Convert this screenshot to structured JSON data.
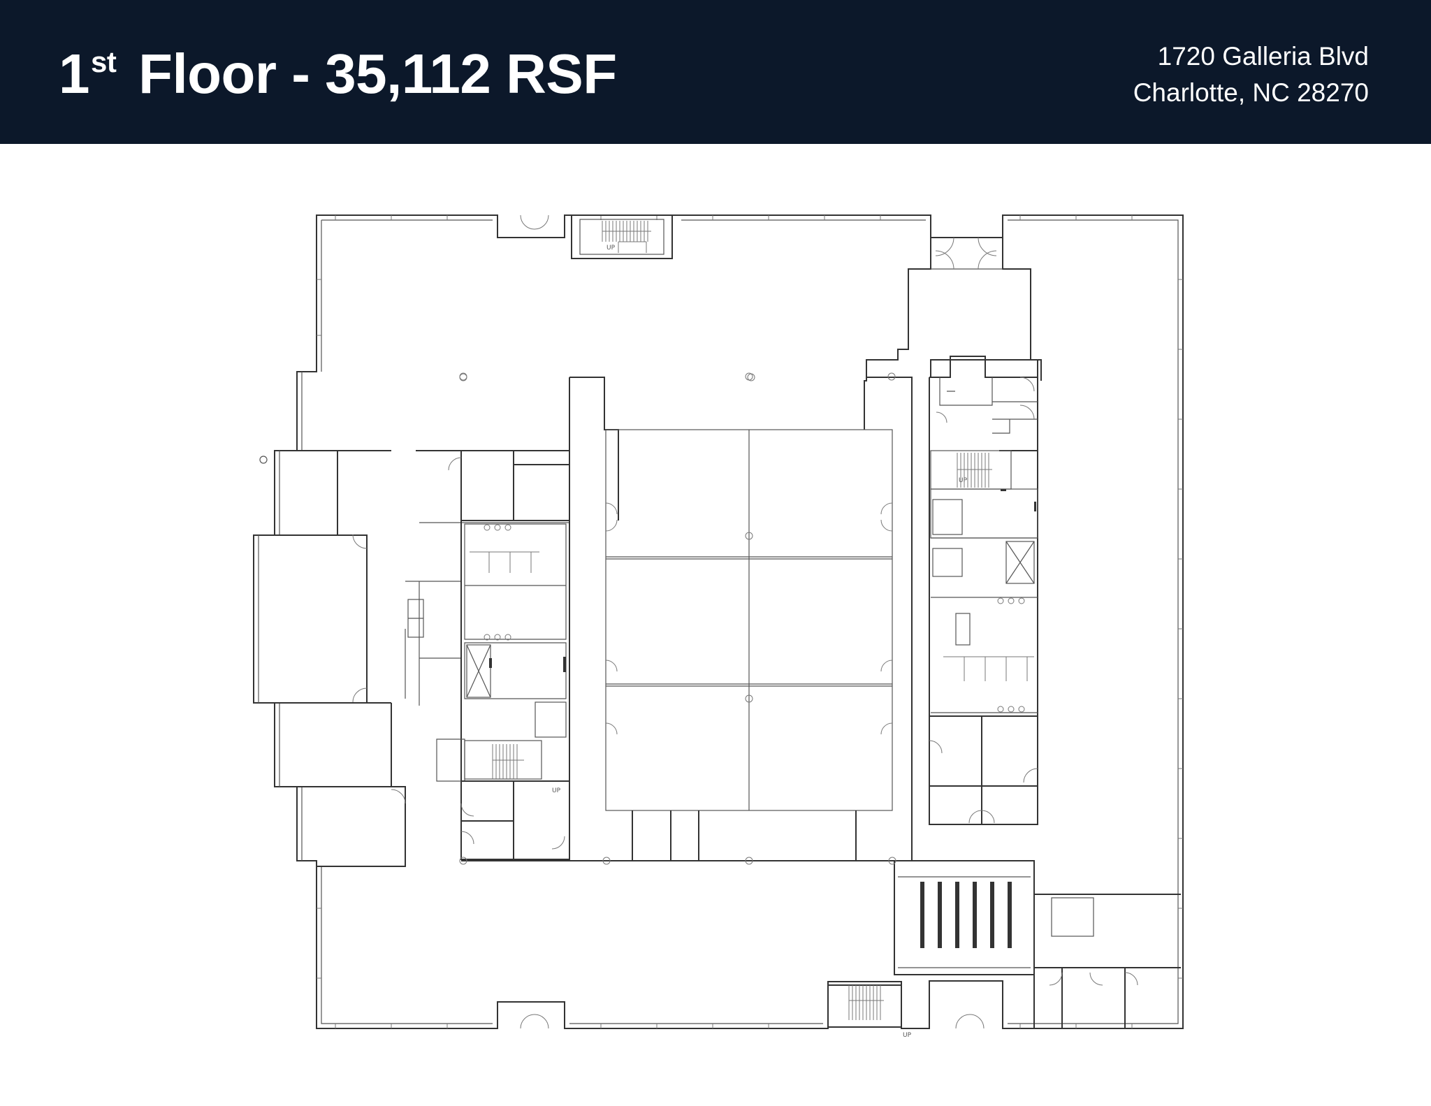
{
  "header": {
    "floor_number": "1",
    "floor_suffix": "st",
    "floor_rest": " Floor - 35,112 RSF",
    "address_line1": "1720 Galleria Blvd",
    "address_line2": "Charlotte, NC 28270"
  },
  "plan": {
    "up_labels": [
      "UP",
      "UP",
      "UP",
      "UP"
    ]
  },
  "colors": {
    "header_bg": "#0c182a",
    "header_text": "#ffffff",
    "plan_line": "#333333"
  }
}
